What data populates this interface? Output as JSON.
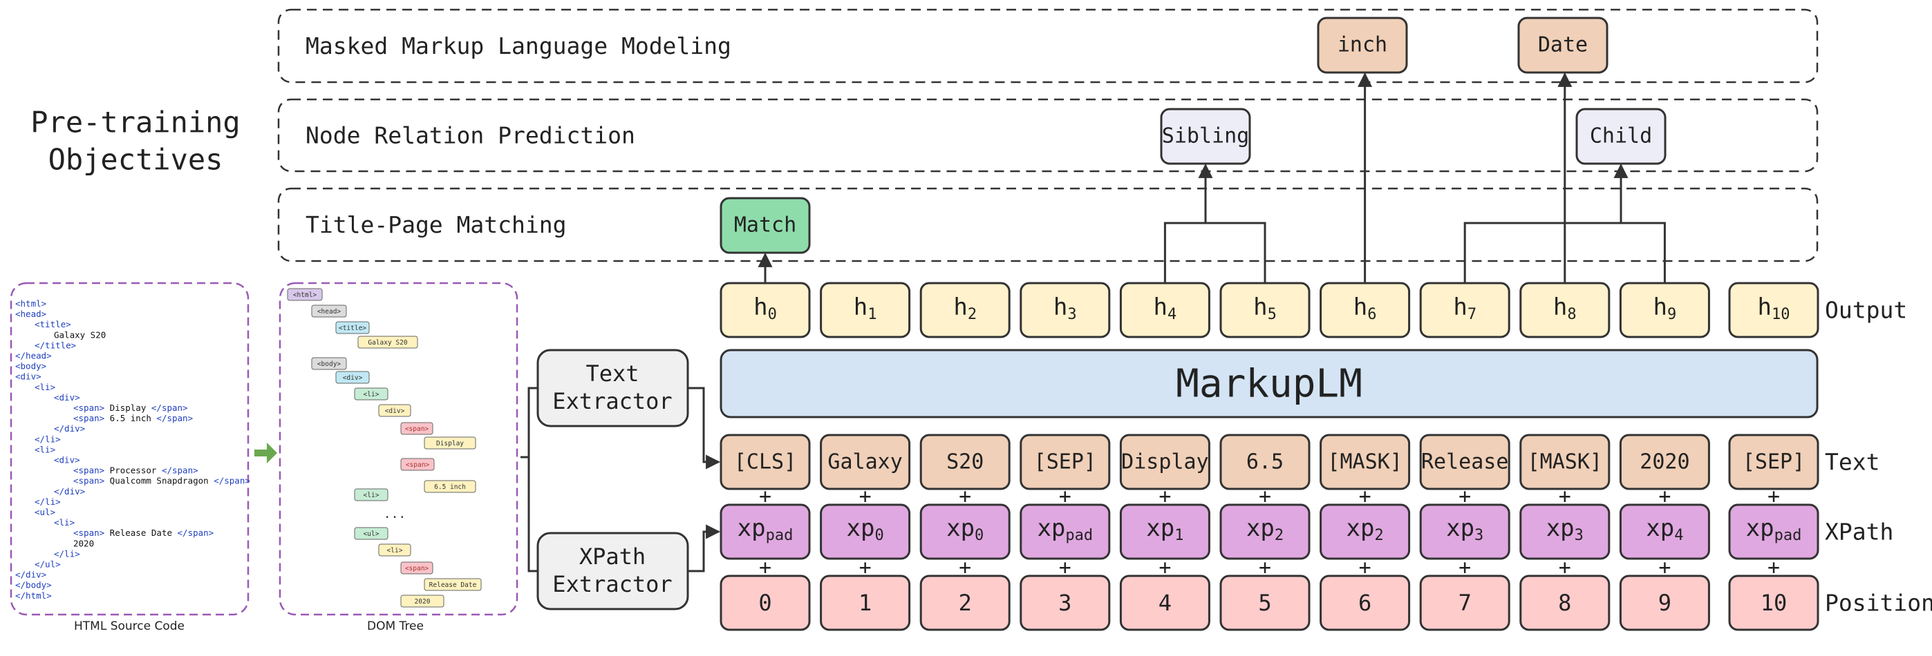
{
  "title": "Pre-training Objectives",
  "title_lines": [
    "Pre-training",
    "Objectives"
  ],
  "objectives": {
    "mmlm": "Masked Markup Language Modeling",
    "nrp": "Node Relation Prediction",
    "tpm": "Title-Page Matching"
  },
  "outputs": {
    "inch": "inch",
    "date": "Date",
    "sibling": "Sibling",
    "child": "Child",
    "match": "Match"
  },
  "hidden": [
    {
      "base": "h",
      "sub": "0"
    },
    {
      "base": "h",
      "sub": "1"
    },
    {
      "base": "h",
      "sub": "2"
    },
    {
      "base": "h",
      "sub": "3"
    },
    {
      "base": "h",
      "sub": "4"
    },
    {
      "base": "h",
      "sub": "5"
    },
    {
      "base": "h",
      "sub": "6"
    },
    {
      "base": "h",
      "sub": "7"
    },
    {
      "base": "h",
      "sub": "8"
    },
    {
      "base": "h",
      "sub": "9"
    },
    {
      "base": "h",
      "sub": "10"
    }
  ],
  "model_label": "MarkupLM",
  "text_tokens": [
    "[CLS]",
    "Galaxy",
    "S20",
    "[SEP]",
    "Display",
    "6.5",
    "[MASK]",
    "Release",
    "[MASK]",
    "2020",
    "[SEP]"
  ],
  "xpath_tokens": [
    {
      "base": "xp",
      "sub": "pad"
    },
    {
      "base": "xp",
      "sub": "0"
    },
    {
      "base": "xp",
      "sub": "0"
    },
    {
      "base": "xp",
      "sub": "pad"
    },
    {
      "base": "xp",
      "sub": "1"
    },
    {
      "base": "xp",
      "sub": "2"
    },
    {
      "base": "xp",
      "sub": "2"
    },
    {
      "base": "xp",
      "sub": "3"
    },
    {
      "base": "xp",
      "sub": "3"
    },
    {
      "base": "xp",
      "sub": "4"
    },
    {
      "base": "xp",
      "sub": "pad"
    }
  ],
  "positions": [
    "0",
    "1",
    "2",
    "3",
    "4",
    "5",
    "6",
    "7",
    "8",
    "9",
    "10"
  ],
  "plus": "+",
  "row_labels": {
    "output": "Output",
    "text": "Text",
    "xpath": "XPath",
    "position": "Position"
  },
  "extractors": {
    "text_lines": [
      "Text",
      "Extractor"
    ],
    "xpath_lines": [
      "XPath",
      "Extractor"
    ]
  },
  "captions": {
    "html": "HTML Source Code",
    "dom": "DOM Tree"
  },
  "html_code": [
    {
      "indent": 0,
      "parts": [
        [
          "t",
          "<html>"
        ]
      ]
    },
    {
      "indent": 0,
      "parts": [
        [
          "t",
          "<head>"
        ]
      ]
    },
    {
      "indent": 1,
      "parts": [
        [
          "t",
          "<title>"
        ]
      ]
    },
    {
      "indent": 2,
      "parts": [
        [
          "x",
          "Galaxy S20"
        ]
      ]
    },
    {
      "indent": 1,
      "parts": [
        [
          "t",
          "</title>"
        ]
      ]
    },
    {
      "indent": 0,
      "parts": [
        [
          "t",
          "</head>"
        ]
      ]
    },
    {
      "indent": 0,
      "parts": [
        [
          "t",
          "<body>"
        ]
      ]
    },
    {
      "indent": 0,
      "parts": [
        [
          "t",
          "<div>"
        ]
      ]
    },
    {
      "indent": 1,
      "parts": [
        [
          "t",
          "<li>"
        ]
      ]
    },
    {
      "indent": 2,
      "parts": [
        [
          "t",
          "<div>"
        ]
      ]
    },
    {
      "indent": 3,
      "parts": [
        [
          "t",
          "<span>"
        ],
        [
          "x",
          " Display "
        ],
        [
          "t",
          "</span>"
        ]
      ]
    },
    {
      "indent": 3,
      "parts": [
        [
          "t",
          "<span>"
        ],
        [
          "x",
          " 6.5 inch "
        ],
        [
          "t",
          "</span>"
        ]
      ]
    },
    {
      "indent": 2,
      "parts": [
        [
          "t",
          "</div>"
        ]
      ]
    },
    {
      "indent": 1,
      "parts": [
        [
          "t",
          "</li>"
        ]
      ]
    },
    {
      "indent": 1,
      "parts": [
        [
          "t",
          "<li>"
        ]
      ]
    },
    {
      "indent": 2,
      "parts": [
        [
          "t",
          "<div>"
        ]
      ]
    },
    {
      "indent": 3,
      "parts": [
        [
          "t",
          "<span>"
        ],
        [
          "x",
          " Processor "
        ],
        [
          "t",
          "</span>"
        ]
      ]
    },
    {
      "indent": 3,
      "parts": [
        [
          "t",
          "<span>"
        ],
        [
          "x",
          " Qualcomm Snapdragon "
        ],
        [
          "t",
          "</span>"
        ]
      ]
    },
    {
      "indent": 2,
      "parts": [
        [
          "t",
          "</div>"
        ]
      ]
    },
    {
      "indent": 1,
      "parts": [
        [
          "t",
          "</li>"
        ]
      ]
    },
    {
      "indent": 1,
      "parts": [
        [
          "t",
          "<ul>"
        ]
      ]
    },
    {
      "indent": 2,
      "parts": [
        [
          "t",
          "<li>"
        ]
      ]
    },
    {
      "indent": 3,
      "parts": [
        [
          "t",
          "<span>"
        ],
        [
          "x",
          " Release Date "
        ],
        [
          "t",
          "</span>"
        ]
      ]
    },
    {
      "indent": 3,
      "parts": [
        [
          "x",
          "2020"
        ]
      ]
    },
    {
      "indent": 2,
      "parts": [
        [
          "t",
          "</li>"
        ]
      ]
    },
    {
      "indent": 1,
      "parts": [
        [
          "t",
          "</ul>"
        ]
      ]
    },
    {
      "indent": 0,
      "parts": [
        [
          "t",
          "</div>"
        ]
      ]
    },
    {
      "indent": 0,
      "parts": [
        [
          "t",
          "</body>"
        ]
      ]
    },
    {
      "indent": 0,
      "parts": [
        [
          "t",
          "</html>"
        ]
      ]
    }
  ],
  "dom_nodes": [
    {
      "label": "<html>",
      "kind": "purple"
    },
    {
      "label": "<head>",
      "kind": "gray"
    },
    {
      "label": "<title>",
      "kind": "cyan"
    },
    {
      "label": "Galaxy S20",
      "kind": "yellow"
    },
    {
      "label": "<body>",
      "kind": "gray"
    },
    {
      "label": "<div>",
      "kind": "cyan"
    },
    {
      "label": "<li>",
      "kind": "green"
    },
    {
      "label": "<div>",
      "kind": "yellow"
    },
    {
      "label": "<span>",
      "kind": "pink"
    },
    {
      "label": "Display",
      "kind": "yellow"
    },
    {
      "label": "<span>",
      "kind": "pink"
    },
    {
      "label": "6.5 inch",
      "kind": "yellow"
    },
    {
      "label": "<li>",
      "kind": "green"
    },
    {
      "label": "...",
      "kind": "plain"
    },
    {
      "label": "<ul>",
      "kind": "green"
    },
    {
      "label": "<li>",
      "kind": "yellow"
    },
    {
      "label": "<span>",
      "kind": "pink"
    },
    {
      "label": "Release Date",
      "kind": "yellow"
    },
    {
      "label": "2020",
      "kind": "yellow"
    }
  ],
  "colors": {
    "hidden_fill": "#fff2cc",
    "token_fill": "#f0d0b8",
    "xpath_fill": "#e0a8e0",
    "position_fill": "#ffcccc",
    "model_fill": "#d4e4f4",
    "match_fill": "#8fdcab",
    "relation_fill": "#ededf8",
    "extractor_fill": "#f0f0f0",
    "panel_border": "#9b59b6",
    "arrow_green": "#6aa84f",
    "tag_blue": "#1f3fbf",
    "stroke": "#333333"
  }
}
